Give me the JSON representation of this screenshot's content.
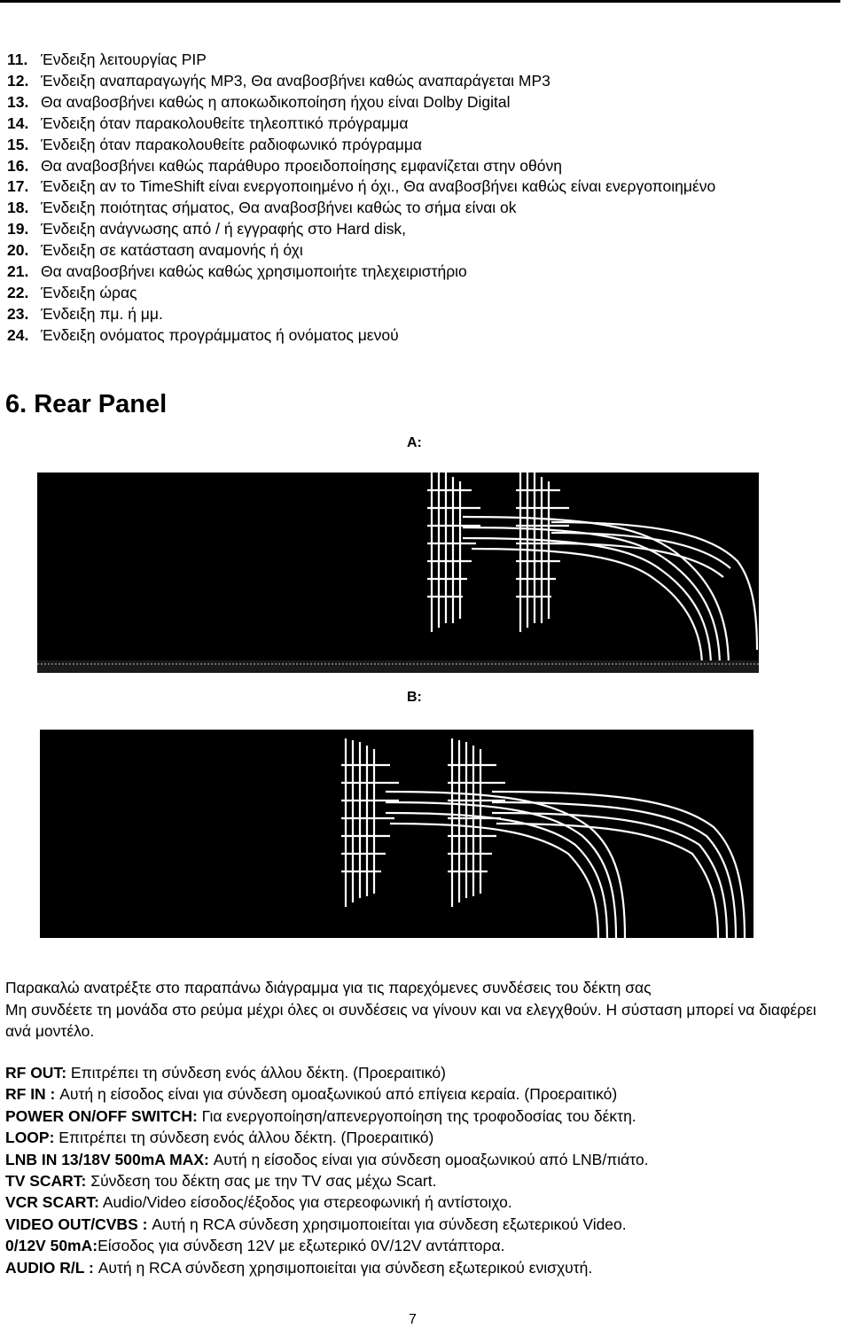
{
  "items": [
    {
      "num": "11.",
      "text": "Ένδειξη λειτουργίας PIP"
    },
    {
      "num": "12.",
      "text": "Ένδειξη αναπαραγωγής MP3, Θα αναβοσβήνει καθώς αναπαράγεται MP3"
    },
    {
      "num": "13.",
      "text": "Θα αναβοσβήνει καθώς η αποκωδικοποίηση ήχου είναι Dolby Digital"
    },
    {
      "num": "14.",
      "text": "Ένδειξη όταν παρακολουθείτε τηλεοπτικό πρόγραμμα"
    },
    {
      "num": "15.",
      "text": "Ένδειξη όταν παρακολουθείτε ραδιοφωνικό πρόγραμμα"
    },
    {
      "num": "16.",
      "text": "Θα αναβοσβήνει καθώς παράθυρο προειδοποίησης εμφανίζεται στην οθόνη"
    },
    {
      "num": "17.",
      "text": "Ένδειξη αν το TimeShift είναι ενεργοποιημένο ή όχι., Θα αναβοσβήνει καθώς είναι ενεργοποιημένο"
    },
    {
      "num": "18.",
      "text": "Ένδειξη ποιότητας σήματος, Θα αναβοσβήνει καθώς το σήμα είναι ok"
    },
    {
      "num": "19.",
      "text": "Ένδειξη ανάγνωσης από / ή εγγραφής στο Hard disk,"
    },
    {
      "num": "20.",
      "text": "Ένδειξη σε κατάσταση αναμονής ή όχι"
    },
    {
      "num": "21.",
      "text": "Θα αναβοσβήνει καθώς καθώς χρησιμοποιήτε τηλεχειριστήριο"
    },
    {
      "num": "22.",
      "text": "Ένδειξη ώρας"
    },
    {
      "num": "23.",
      "text": "Ένδειξη πμ. ή μμ."
    },
    {
      "num": "24.",
      "text": "Ένδειξη ονόματος προγράμματος ή ονόματος μενού"
    }
  ],
  "section_heading": "6. Rear Panel",
  "panel_a_label": "A:",
  "panel_b_label": "B:",
  "paragraph": {
    "line1": "Παρακαλώ ανατρέξτε στο παραπάνω διάγραμμα για τις παρεχόμενες συνδέσεις του δέκτη σας",
    "line2": "Μη συνδέετε τη μονάδα στο ρεύμα μέχρι όλες οι συνδέσεις να γίνουν και να ελεγχθούν. Η σύσταση μπορεί να διαφέρει ανά μοντέλο."
  },
  "definitions": [
    {
      "term": "RF OUT:",
      "desc": " Επιτρέπει τη σύνδεση ενός άλλου δέκτη. (Προεραιτικό)"
    },
    {
      "term": "RF IN :",
      "desc": " Αυτή η είσοδος είναι για σύνδεση ομοαξωνικού από επίγεια κεραία. (Προεραιτικό)"
    },
    {
      "term": "POWER ON/OFF SWITCH:",
      "desc": " Για ενεργοποίηση/απενεργοποίηση της τροφοδοσίας του δέκτη."
    },
    {
      "term": "LOOP:",
      "desc": " Επιτρέπει τη σύνδεση ενός άλλου δέκτη. (Προεραιτικό)"
    },
    {
      "term": "LNB IN 13/18V 500mA MAX:",
      "desc": " Αυτή η είσοδος είναι για σύνδεση ομοαξωνικού από LNB/πιάτο."
    },
    {
      "term": "TV SCART:",
      "desc": " Σύνδεση του δέκτη σας με την TV σας μέχω Scart."
    },
    {
      "term": "VCR SCART:",
      "desc": " Audio/Video είσοδος/έξοδος για στερεοφωνική ή αντίστοιχο."
    },
    {
      "term": "VIDEO OUT/CVBS :",
      "desc": " Αυτή η RCA σύνδεση χρησιμοποιείται για σύνδεση εξωτερικού Video."
    },
    {
      "term": "0/12V 50mA:",
      "desc": "Είσοδος για σύνδεση 12V με εξωτερικό 0V/12V αντάπτορα."
    },
    {
      "term": "AUDIO R/L :",
      "desc": " Αυτή η RCA σύνδεση χρησιμοποιείται για σύνδεση εξωτερικού ενισχυτή."
    }
  ],
  "page_number": "7"
}
